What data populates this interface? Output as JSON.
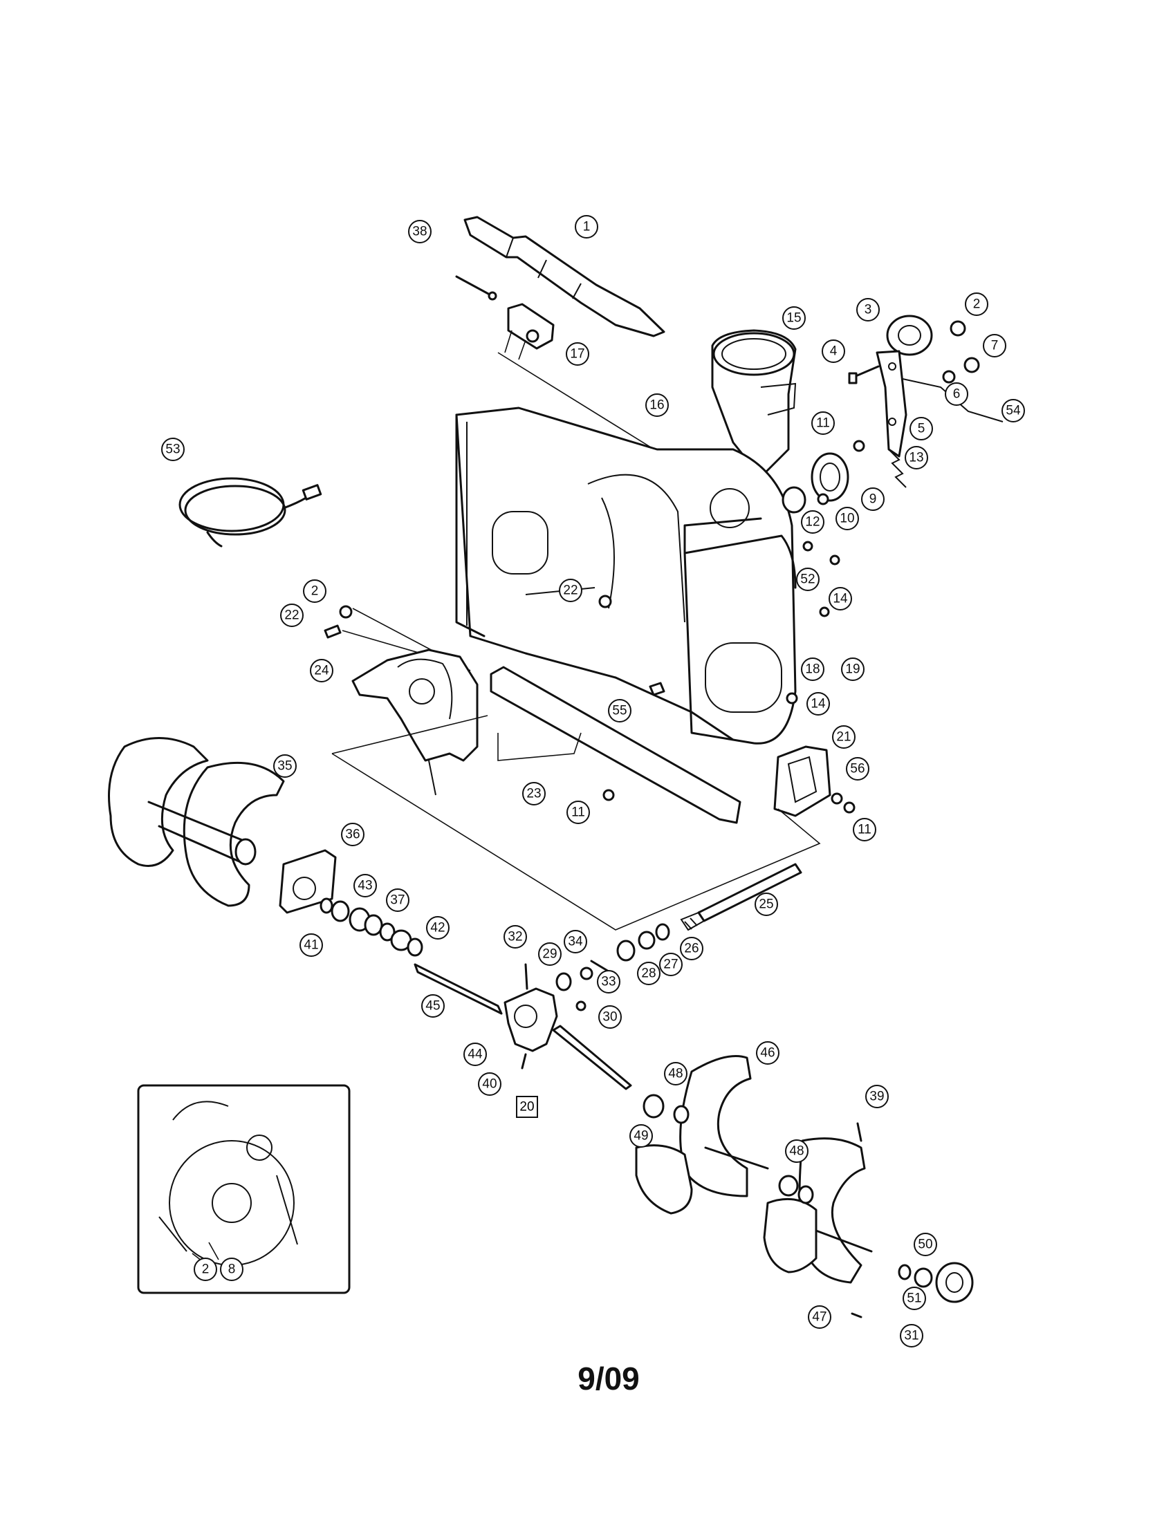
{
  "callouts": [
    {
      "id": "c1",
      "label": "1"
    },
    {
      "id": "c2a",
      "label": "2"
    },
    {
      "id": "c3",
      "label": "3"
    },
    {
      "id": "c4",
      "label": "4"
    },
    {
      "id": "c5",
      "label": "5"
    },
    {
      "id": "c6",
      "label": "6"
    },
    {
      "id": "c7",
      "label": "7"
    },
    {
      "id": "c9",
      "label": "9"
    },
    {
      "id": "c10",
      "label": "10"
    },
    {
      "id": "c11a",
      "label": "11"
    },
    {
      "id": "c12",
      "label": "12"
    },
    {
      "id": "c13",
      "label": "13"
    },
    {
      "id": "c14a",
      "label": "14"
    },
    {
      "id": "c15",
      "label": "15"
    },
    {
      "id": "c16",
      "label": "16"
    },
    {
      "id": "c17",
      "label": "17"
    },
    {
      "id": "c38",
      "label": "38"
    },
    {
      "id": "c52",
      "label": "52"
    },
    {
      "id": "c53",
      "label": "53"
    },
    {
      "id": "c54",
      "label": "54"
    },
    {
      "id": "c2b",
      "label": "2"
    },
    {
      "id": "c22a",
      "label": "22"
    },
    {
      "id": "c22b",
      "label": "22"
    },
    {
      "id": "c24",
      "label": "24"
    },
    {
      "id": "c18",
      "label": "18"
    },
    {
      "id": "c19",
      "label": "19"
    },
    {
      "id": "c55",
      "label": "55"
    },
    {
      "id": "c14b",
      "label": "14"
    },
    {
      "id": "c35",
      "label": "35"
    },
    {
      "id": "c23",
      "label": "23"
    },
    {
      "id": "c11b",
      "label": "11"
    },
    {
      "id": "c21",
      "label": "21"
    },
    {
      "id": "c56",
      "label": "56"
    },
    {
      "id": "c11c",
      "label": "11"
    },
    {
      "id": "c36",
      "label": "36"
    },
    {
      "id": "c43",
      "label": "43"
    },
    {
      "id": "c37",
      "label": "37"
    },
    {
      "id": "c41",
      "label": "41"
    },
    {
      "id": "c42",
      "label": "42"
    },
    {
      "id": "c25",
      "label": "25"
    },
    {
      "id": "c32",
      "label": "32"
    },
    {
      "id": "c34",
      "label": "34"
    },
    {
      "id": "c29",
      "label": "29"
    },
    {
      "id": "c26",
      "label": "26"
    },
    {
      "id": "c28",
      "label": "28"
    },
    {
      "id": "c27",
      "label": "27"
    },
    {
      "id": "c33",
      "label": "33"
    },
    {
      "id": "c45",
      "label": "45"
    },
    {
      "id": "c30",
      "label": "30"
    },
    {
      "id": "c44",
      "label": "44"
    },
    {
      "id": "c40",
      "label": "40"
    },
    {
      "id": "c48a",
      "label": "48"
    },
    {
      "id": "c46",
      "label": "46"
    },
    {
      "id": "c39",
      "label": "39"
    },
    {
      "id": "c49",
      "label": "49"
    },
    {
      "id": "c48b",
      "label": "48"
    },
    {
      "id": "c50",
      "label": "50"
    },
    {
      "id": "c51",
      "label": "51"
    },
    {
      "id": "c47",
      "label": "47"
    },
    {
      "id": "c31",
      "label": "31"
    },
    {
      "id": "c2c",
      "label": "2"
    },
    {
      "id": "c8",
      "label": "8"
    }
  ],
  "boxed_label": "20",
  "footer": "9/09"
}
